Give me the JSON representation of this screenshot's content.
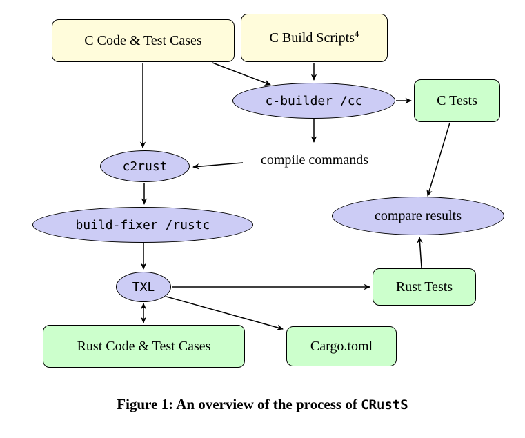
{
  "figure": {
    "nodes": {
      "c_code": "C Code & Test Cases",
      "c_build_scripts": "C Build Scripts",
      "c_build_scripts_footnote": "4",
      "c_builder": "c-builder /cc",
      "c_tests": "C Tests",
      "c2rust": "c2rust",
      "compile_commands": "compile commands",
      "build_fixer": "build-fixer /rustc",
      "compare_results": "compare results",
      "txl": "TXL",
      "rust_tests": "Rust Tests",
      "rust_code": "Rust Code & Test Cases",
      "cargo_toml": "Cargo.toml"
    },
    "colors": {
      "input_fill": "#FFFCDB",
      "process_fill": "#CCCCF5",
      "output_fill": "#CCFFCC",
      "stroke": "#000000"
    },
    "caption": {
      "text": "Figure 1: An overview of the process of",
      "code": "CRustS"
    }
  }
}
